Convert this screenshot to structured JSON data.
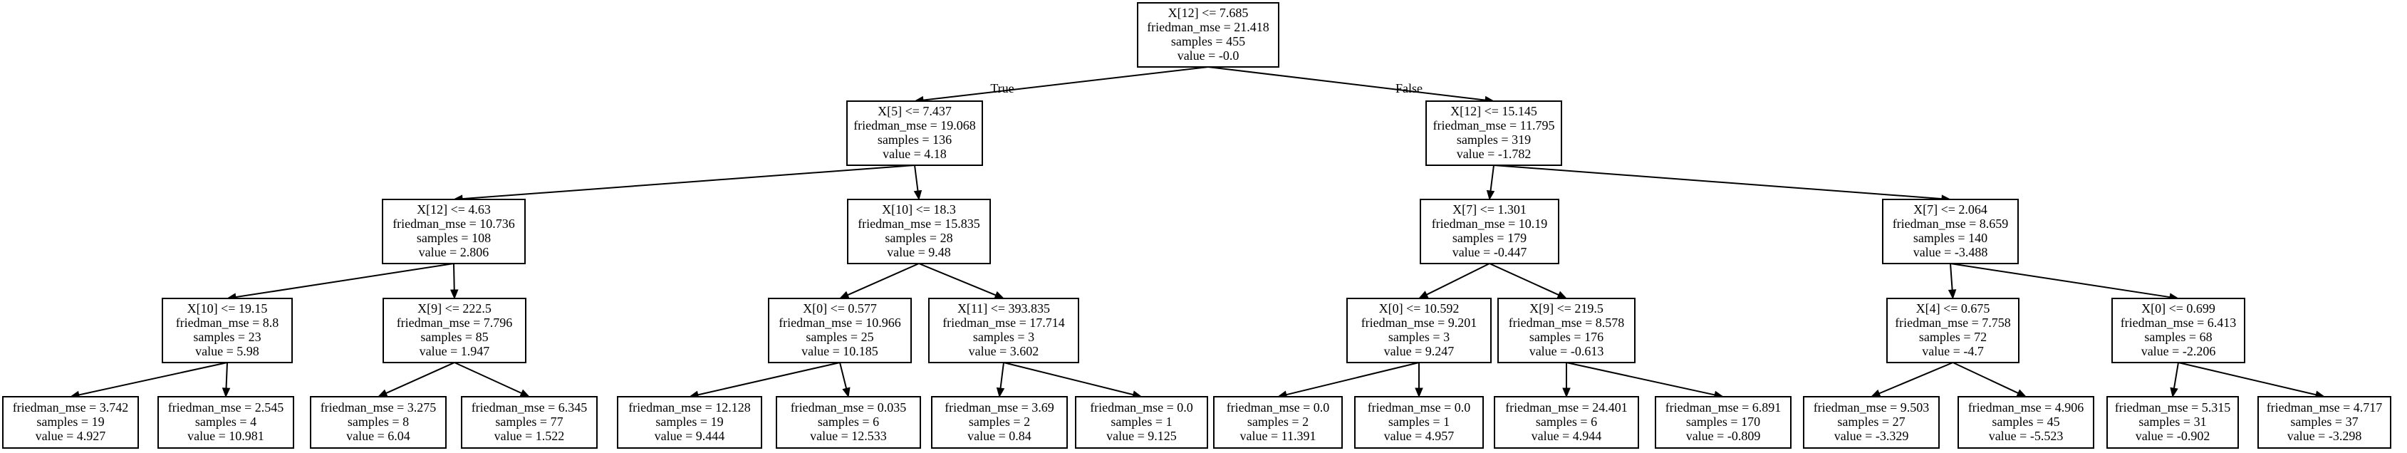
{
  "tree": {
    "nodes": [
      {
        "id": "n0",
        "lines": [
          "X[12] <= 7.685",
          "friedman_mse = 21.418",
          "samples = 455",
          "value = -0.0"
        ]
      },
      {
        "id": "n1",
        "lines": [
          "X[5] <= 7.437",
          "friedman_mse = 19.068",
          "samples = 136",
          "value = 4.18"
        ]
      },
      {
        "id": "n2",
        "lines": [
          "X[12] <= 4.63",
          "friedman_mse = 10.736",
          "samples = 108",
          "value = 2.806"
        ]
      },
      {
        "id": "n3",
        "lines": [
          "X[10] <= 19.15",
          "friedman_mse = 8.8",
          "samples = 23",
          "value = 5.98"
        ]
      },
      {
        "id": "n4",
        "lines": [
          "friedman_mse = 3.742",
          "samples = 19",
          "value = 4.927"
        ]
      },
      {
        "id": "n5",
        "lines": [
          "friedman_mse = 2.545",
          "samples = 4",
          "value = 10.981"
        ]
      },
      {
        "id": "n6",
        "lines": [
          "X[9] <= 222.5",
          "friedman_mse = 7.796",
          "samples = 85",
          "value = 1.947"
        ]
      },
      {
        "id": "n7",
        "lines": [
          "friedman_mse = 3.275",
          "samples = 8",
          "value = 6.04"
        ]
      },
      {
        "id": "n8",
        "lines": [
          "friedman_mse = 6.345",
          "samples = 77",
          "value = 1.522"
        ]
      },
      {
        "id": "n9",
        "lines": [
          "X[10] <= 18.3",
          "friedman_mse = 15.835",
          "samples = 28",
          "value = 9.48"
        ]
      },
      {
        "id": "n10",
        "lines": [
          "X[0] <= 0.577",
          "friedman_mse = 10.966",
          "samples = 25",
          "value = 10.185"
        ]
      },
      {
        "id": "n11",
        "lines": [
          "friedman_mse = 12.128",
          "samples = 19",
          "value = 9.444"
        ]
      },
      {
        "id": "n12",
        "lines": [
          "friedman_mse = 0.035",
          "samples = 6",
          "value = 12.533"
        ]
      },
      {
        "id": "n13",
        "lines": [
          "X[11] <= 393.835",
          "friedman_mse = 17.714",
          "samples = 3",
          "value = 3.602"
        ]
      },
      {
        "id": "n14",
        "lines": [
          "friedman_mse = 3.69",
          "samples = 2",
          "value = 0.84"
        ]
      },
      {
        "id": "n15",
        "lines": [
          "friedman_mse = 0.0",
          "samples = 1",
          "value = 9.125"
        ]
      },
      {
        "id": "n16",
        "lines": [
          "X[12] <= 15.145",
          "friedman_mse = 11.795",
          "samples = 319",
          "value = -1.782"
        ]
      },
      {
        "id": "n17",
        "lines": [
          "X[7] <= 1.301",
          "friedman_mse = 10.19",
          "samples = 179",
          "value = -0.447"
        ]
      },
      {
        "id": "n18",
        "lines": [
          "X[0] <= 10.592",
          "friedman_mse = 9.201",
          "samples = 3",
          "value = 9.247"
        ]
      },
      {
        "id": "n19",
        "lines": [
          "friedman_mse = 0.0",
          "samples = 2",
          "value = 11.391"
        ]
      },
      {
        "id": "n20",
        "lines": [
          "friedman_mse = 0.0",
          "samples = 1",
          "value = 4.957"
        ]
      },
      {
        "id": "n21",
        "lines": [
          "X[9] <= 219.5",
          "friedman_mse = 8.578",
          "samples = 176",
          "value = -0.613"
        ]
      },
      {
        "id": "n22",
        "lines": [
          "friedman_mse = 24.401",
          "samples = 6",
          "value = 4.944"
        ]
      },
      {
        "id": "n23",
        "lines": [
          "friedman_mse = 6.891",
          "samples = 170",
          "value = -0.809"
        ]
      },
      {
        "id": "n24",
        "lines": [
          "X[7] <= 2.064",
          "friedman_mse = 8.659",
          "samples = 140",
          "value = -3.488"
        ]
      },
      {
        "id": "n25",
        "lines": [
          "X[4] <= 0.675",
          "friedman_mse = 7.758",
          "samples = 72",
          "value = -4.7"
        ]
      },
      {
        "id": "n26",
        "lines": [
          "friedman_mse = 9.503",
          "samples = 27",
          "value = -3.329"
        ]
      },
      {
        "id": "n27",
        "lines": [
          "friedman_mse = 4.906",
          "samples = 45",
          "value = -5.523"
        ]
      },
      {
        "id": "n28",
        "lines": [
          "X[0] <= 0.699",
          "friedman_mse = 6.413",
          "samples = 68",
          "value = -2.206"
        ]
      },
      {
        "id": "n29",
        "lines": [
          "friedman_mse = 5.315",
          "samples = 31",
          "value = -0.902"
        ]
      },
      {
        "id": "n30",
        "lines": [
          "friedman_mse = 4.717",
          "samples = 37",
          "value = -3.298"
        ]
      }
    ],
    "edges": [
      {
        "from": "n0",
        "to": "n1",
        "label": "True"
      },
      {
        "from": "n0",
        "to": "n16",
        "label": "False"
      },
      {
        "from": "n1",
        "to": "n2",
        "label": ""
      },
      {
        "from": "n1",
        "to": "n9",
        "label": ""
      },
      {
        "from": "n2",
        "to": "n3",
        "label": ""
      },
      {
        "from": "n2",
        "to": "n6",
        "label": ""
      },
      {
        "from": "n3",
        "to": "n4",
        "label": ""
      },
      {
        "from": "n3",
        "to": "n5",
        "label": ""
      },
      {
        "from": "n6",
        "to": "n7",
        "label": ""
      },
      {
        "from": "n6",
        "to": "n8",
        "label": ""
      },
      {
        "from": "n9",
        "to": "n10",
        "label": ""
      },
      {
        "from": "n9",
        "to": "n13",
        "label": ""
      },
      {
        "from": "n10",
        "to": "n11",
        "label": ""
      },
      {
        "from": "n10",
        "to": "n12",
        "label": ""
      },
      {
        "from": "n13",
        "to": "n14",
        "label": ""
      },
      {
        "from": "n13",
        "to": "n15",
        "label": ""
      },
      {
        "from": "n16",
        "to": "n17",
        "label": ""
      },
      {
        "from": "n16",
        "to": "n24",
        "label": ""
      },
      {
        "from": "n17",
        "to": "n18",
        "label": ""
      },
      {
        "from": "n17",
        "to": "n21",
        "label": ""
      },
      {
        "from": "n18",
        "to": "n19",
        "label": ""
      },
      {
        "from": "n18",
        "to": "n20",
        "label": ""
      },
      {
        "from": "n21",
        "to": "n22",
        "label": ""
      },
      {
        "from": "n21",
        "to": "n23",
        "label": ""
      },
      {
        "from": "n24",
        "to": "n25",
        "label": ""
      },
      {
        "from": "n24",
        "to": "n28",
        "label": ""
      },
      {
        "from": "n25",
        "to": "n26",
        "label": ""
      },
      {
        "from": "n25",
        "to": "n27",
        "label": ""
      },
      {
        "from": "n28",
        "to": "n29",
        "label": ""
      },
      {
        "from": "n28",
        "to": "n30",
        "label": ""
      }
    ]
  }
}
